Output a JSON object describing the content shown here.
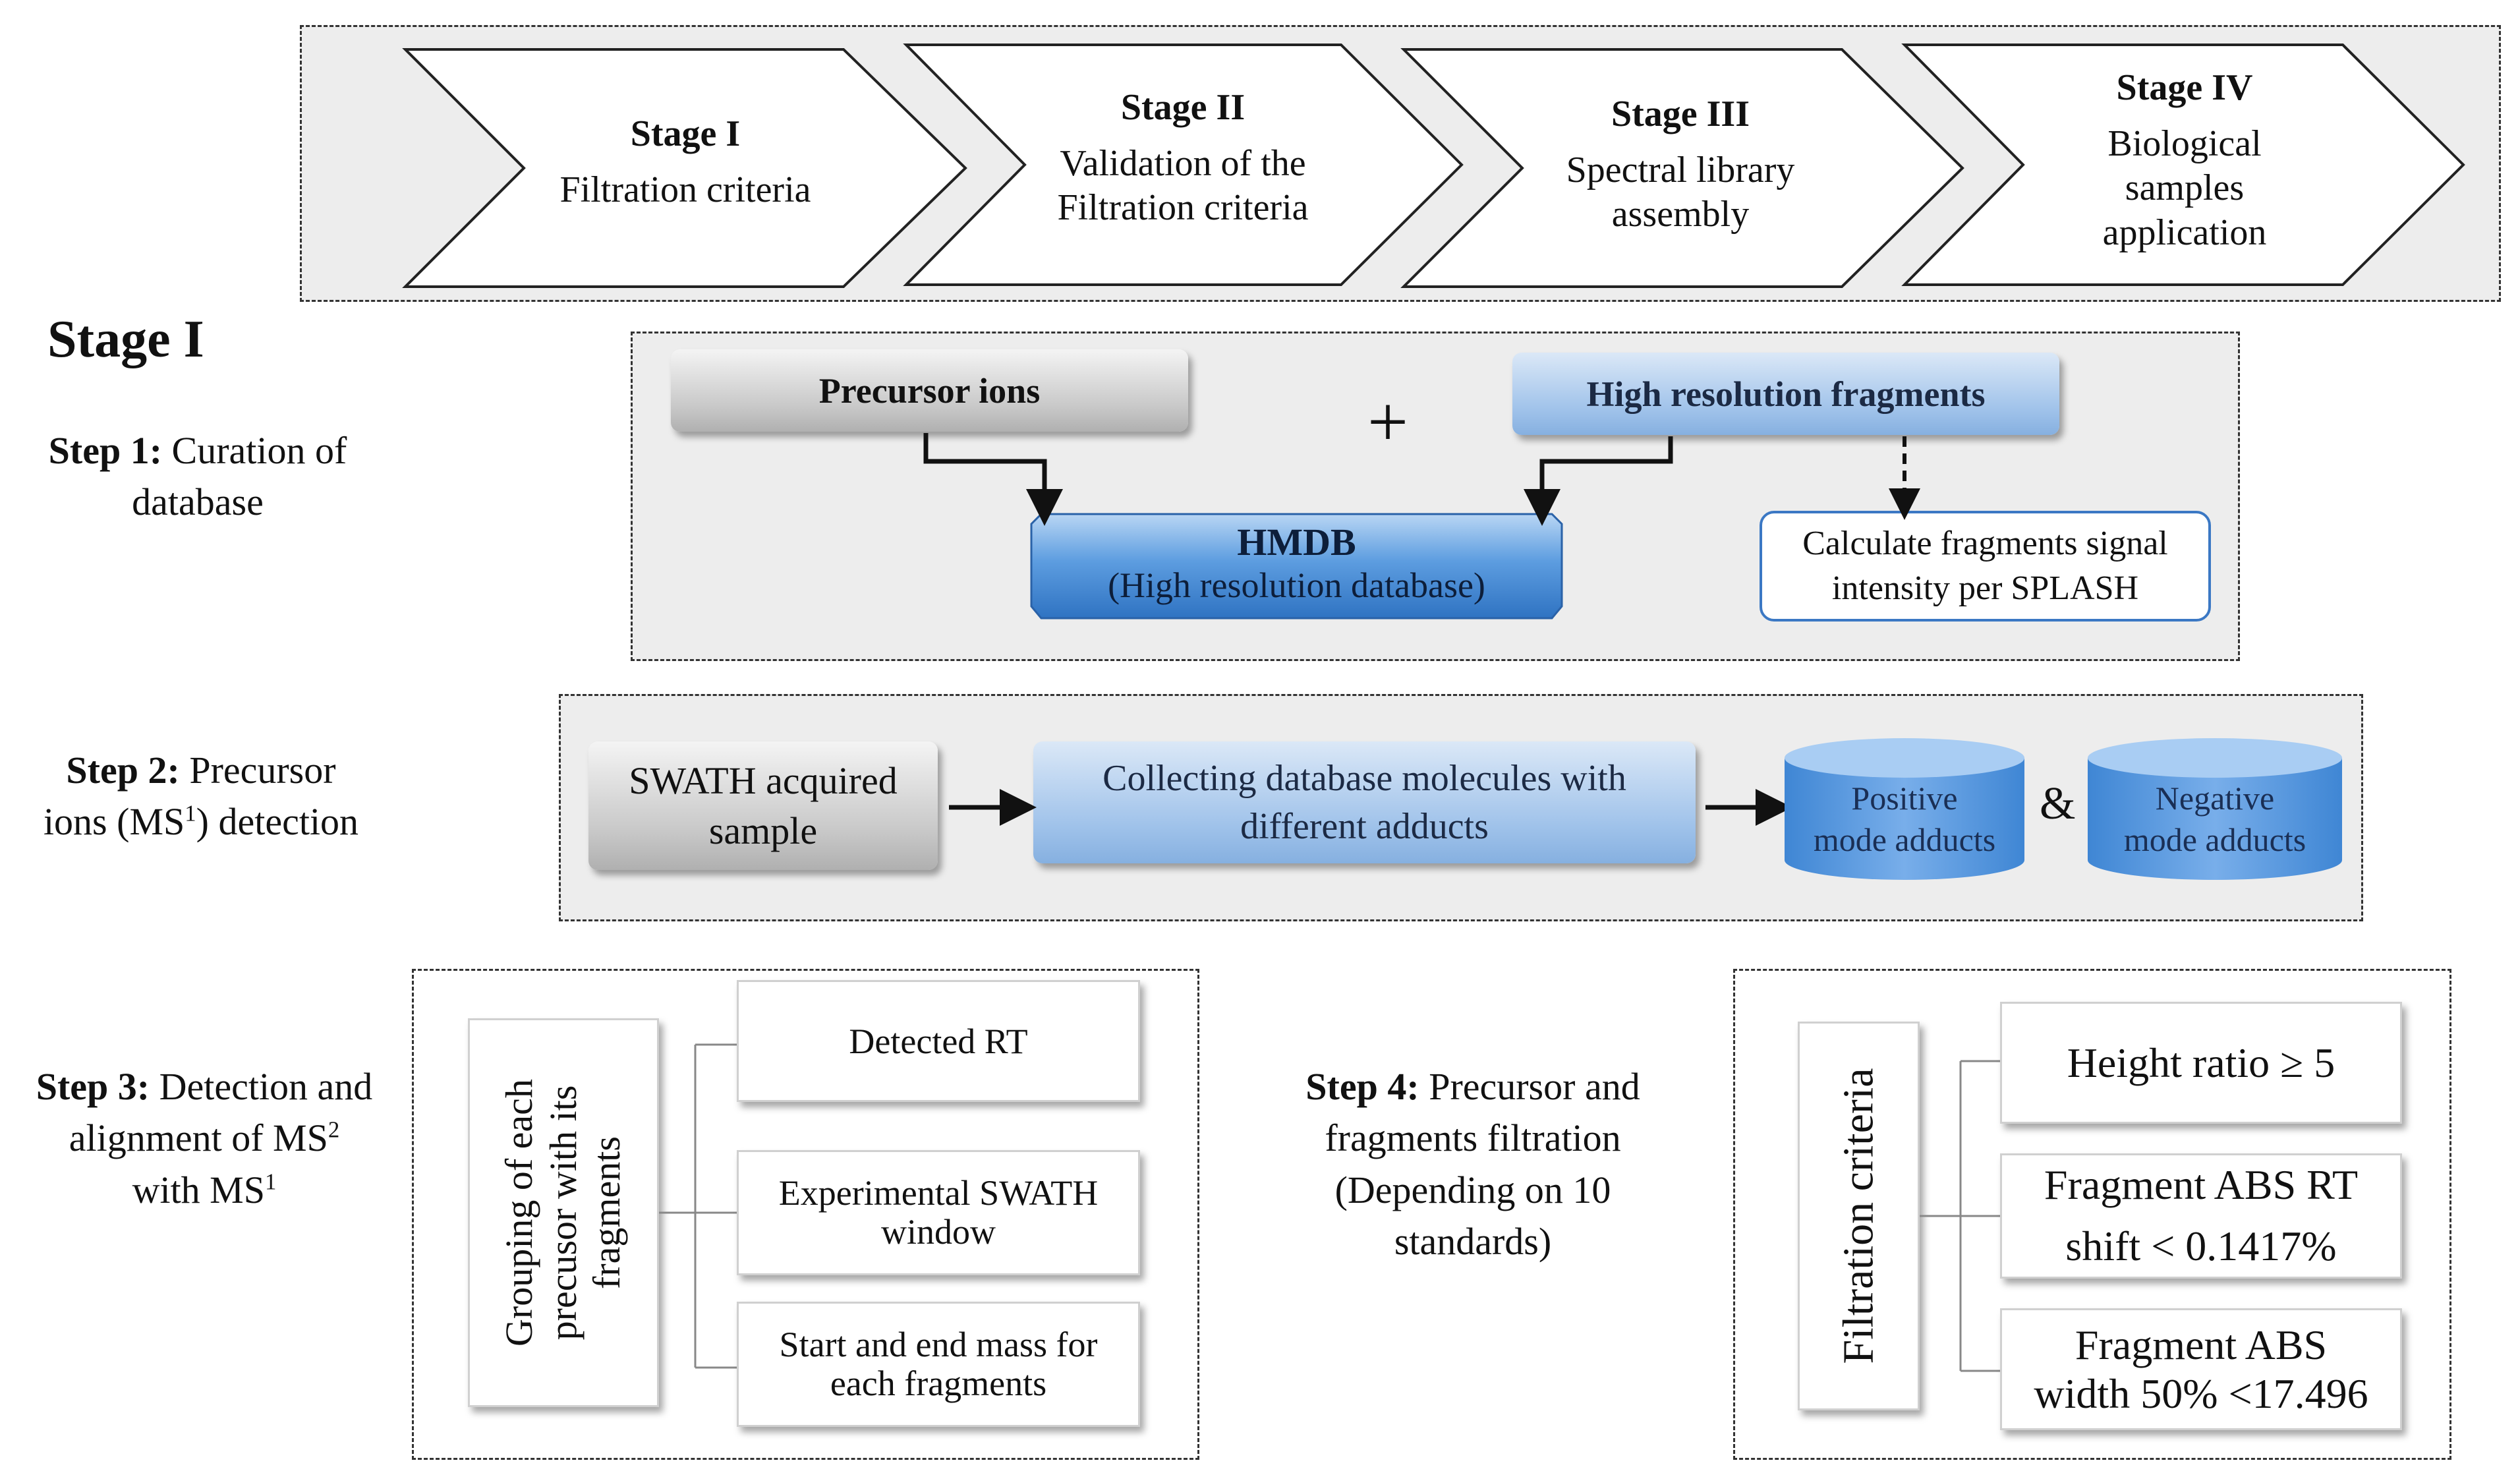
{
  "stages": [
    {
      "title": "Stage I",
      "subtitle": "Filtration criteria"
    },
    {
      "title": "Stage II",
      "subtitle_lines": [
        "Validation of the",
        "Filtration criteria"
      ]
    },
    {
      "title": "Stage III",
      "subtitle_lines": [
        "Spectral library",
        "assembly"
      ]
    },
    {
      "title": "Stage IV",
      "subtitle_lines": [
        "Biological",
        "samples",
        "application"
      ]
    }
  ],
  "section_heading": "Stage I",
  "step1": {
    "label_bold": "Step 1:",
    "label_rest": "Curation of",
    "label_line2": "database",
    "precursor": "Precursor ions",
    "plus": "+",
    "fragments": "High resolution fragments",
    "hmdb_title": "HMDB",
    "hmdb_sub": "(High resolution database)",
    "splash_lines": [
      "Calculate fragments signal",
      "intensity per SPLASH"
    ]
  },
  "step2": {
    "label_bold": "Step 2:",
    "label_rest": "Precursor",
    "label_line2a": "ions (MS",
    "label_sup": "1",
    "label_line2b": ") detection",
    "swath_lines": [
      "SWATH acquired",
      "sample"
    ],
    "collect_lines": [
      "Collecting database molecules with",
      "different adducts"
    ],
    "positive_lines": [
      "Positive",
      "mode adducts"
    ],
    "amp": "&",
    "negative_lines": [
      "Negative",
      "mode adducts"
    ]
  },
  "step3": {
    "label_bold": "Step 3:",
    "label_rest": "Detection and",
    "line2a": "alignment of MS",
    "sup2": "2",
    "line3a": "with MS",
    "sup1": "1",
    "grouping_lines": [
      "Grouping of each",
      "precusor with its",
      "fragments"
    ],
    "items": [
      {
        "lines": [
          "Detected RT"
        ]
      },
      {
        "lines": [
          "Experimental SWATH",
          "window"
        ]
      },
      {
        "lines": [
          "Start and end mass for",
          "each fragments"
        ]
      }
    ]
  },
  "step4": {
    "label_bold": "Step 4:",
    "label_rest": "Precursor and",
    "lines": [
      "fragments filtration",
      "(Depending on 10",
      "standards)"
    ],
    "filtration_label": "Filtration criteria",
    "criteria": [
      {
        "lines": [
          "Height ratio ≥ 5"
        ]
      },
      {
        "lines": [
          "Fragment ABS RT",
          "shift < 0.1417%"
        ]
      },
      {
        "lines": [
          "Fragment ABS",
          "width 50% <17.496"
        ]
      }
    ]
  },
  "colors": {
    "blue_dark": "#4a8fd6",
    "blue_light": "#9fc2ea",
    "grey": "#c8c8c8",
    "background_box": "#ededed",
    "outline_blue": "#3b78c4"
  }
}
